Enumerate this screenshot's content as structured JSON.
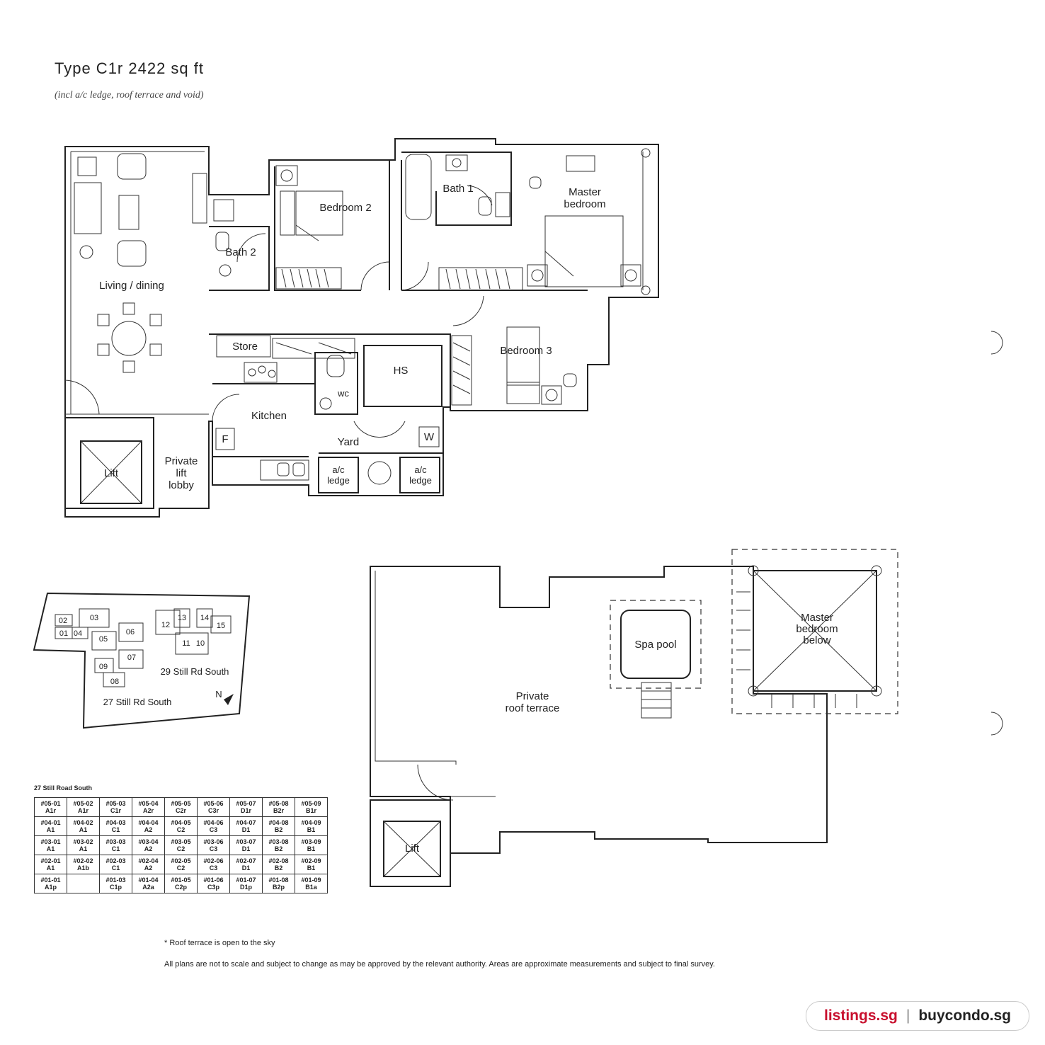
{
  "header": {
    "title": "Type C1r 2422 sq ft",
    "subtitle": "(incl a/c ledge, roof terrace and void)"
  },
  "rooms": {
    "living_dining": "Living / dining",
    "bath2": "Bath 2",
    "bedroom2": "Bedroom 2",
    "bath1": "Bath 1",
    "master_bedroom": "Master bedroom",
    "store": "Store",
    "hs": "HS",
    "bedroom3": "Bedroom 3",
    "wc": "wc",
    "kitchen": "Kitchen",
    "fridge": "F",
    "washer": "W",
    "yard": "Yard",
    "ac_ledge": "a/c ledge",
    "lift": "Lift",
    "private_lift_lobby": "Private lift lobby"
  },
  "roof": {
    "private_roof_terrace": "Private roof terrace",
    "spa_pool": "Spa pool",
    "master_bedroom_below": "Master bedroom below",
    "lift": "Lift"
  },
  "site_plan": {
    "block_27": "27 Still Rd South",
    "block_29": "29 Still Rd South",
    "north": "N",
    "unit_numbers": [
      "02",
      "03",
      "01",
      "04",
      "05",
      "06",
      "07",
      "09",
      "08",
      "12",
      "13",
      "14",
      "15",
      "11",
      "10"
    ]
  },
  "unit_table": {
    "title": "27 Still Road South",
    "rows": [
      [
        [
          "#05-01",
          "A1r"
        ],
        [
          "#05-02",
          "A1r"
        ],
        [
          "#05-03",
          "C1r"
        ],
        [
          "#05-04",
          "A2r"
        ],
        [
          "#05-05",
          "C2r"
        ],
        [
          "#05-06",
          "C3r"
        ],
        [
          "#05-07",
          "D1r"
        ],
        [
          "#05-08",
          "B2r"
        ],
        [
          "#05-09",
          "B1r"
        ]
      ],
      [
        [
          "#04-01",
          "A1"
        ],
        [
          "#04-02",
          "A1"
        ],
        [
          "#04-03",
          "C1"
        ],
        [
          "#04-04",
          "A2"
        ],
        [
          "#04-05",
          "C2"
        ],
        [
          "#04-06",
          "C3"
        ],
        [
          "#04-07",
          "D1"
        ],
        [
          "#04-08",
          "B2"
        ],
        [
          "#04-09",
          "B1"
        ]
      ],
      [
        [
          "#03-01",
          "A1"
        ],
        [
          "#03-02",
          "A1"
        ],
        [
          "#03-03",
          "C1"
        ],
        [
          "#03-04",
          "A2"
        ],
        [
          "#03-05",
          "C2"
        ],
        [
          "#03-06",
          "C3"
        ],
        [
          "#03-07",
          "D1"
        ],
        [
          "#03-08",
          "B2"
        ],
        [
          "#03-09",
          "B1"
        ]
      ],
      [
        [
          "#02-01",
          "A1"
        ],
        [
          "#02-02",
          "A1b"
        ],
        [
          "#02-03",
          "C1"
        ],
        [
          "#02-04",
          "A2"
        ],
        [
          "#02-05",
          "C2"
        ],
        [
          "#02-06",
          "C3"
        ],
        [
          "#02-07",
          "D1"
        ],
        [
          "#02-08",
          "B2"
        ],
        [
          "#02-09",
          "B1"
        ]
      ],
      [
        [
          "#01-01",
          "A1p"
        ],
        [
          "",
          ""
        ],
        [
          "#01-03",
          "C1p"
        ],
        [
          "#01-04",
          "A2a"
        ],
        [
          "#01-05",
          "C2p"
        ],
        [
          "#01-06",
          "C3p"
        ],
        [
          "#01-07",
          "D1p"
        ],
        [
          "#01-08",
          "B2p"
        ],
        [
          "#01-09",
          "B1a"
        ]
      ]
    ]
  },
  "notes": {
    "roof_note": "* Roof terrace is open to the sky",
    "disclaimer": "All plans are not to scale and subject to change as may be approved by the relevant authority. Areas are approximate measurements and subject to final survey."
  },
  "brand": {
    "left": "listings.sg",
    "separator": "|",
    "right": "buycondo.sg",
    "color_left": "#c8102e"
  }
}
